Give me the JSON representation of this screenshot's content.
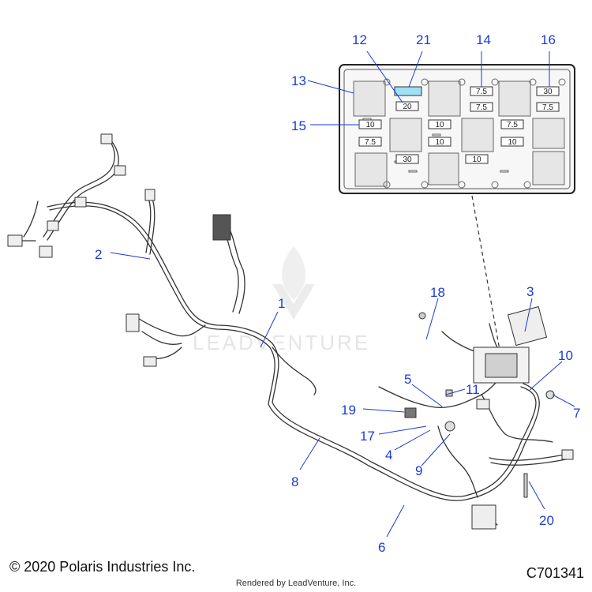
{
  "callouts": [
    "1",
    "2",
    "3",
    "4",
    "5",
    "6",
    "7",
    "8",
    "9",
    "10",
    "11",
    "12",
    "13",
    "14",
    "15",
    "16",
    "17",
    "18",
    "19",
    "20",
    "21"
  ],
  "fuse_box": {
    "fuse_labels": [
      "20",
      "7.5",
      "7.5",
      "30",
      "7.5",
      "10",
      "10",
      "7.5",
      "7.5",
      "10",
      "10",
      "30",
      "10"
    ]
  },
  "watermark": "LEADVENTURE",
  "footer": {
    "copyright": "© 2020 Polaris Industries Inc.",
    "part_number": "C701341",
    "rendered_by": "Rendered by LeadVenture, Inc."
  }
}
